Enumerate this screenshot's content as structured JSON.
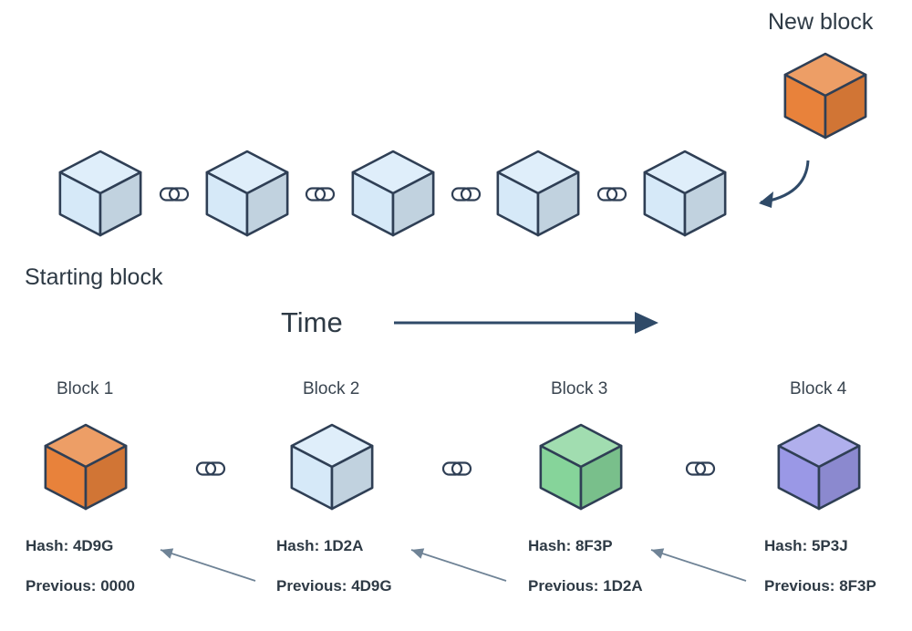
{
  "labels": {
    "new_block": "New block",
    "starting_block": "Starting block",
    "time": "Time"
  },
  "colors": {
    "chain_cube": "#d6e9f8",
    "new_block_cube": "#e8823b",
    "outline": "#2f3f55",
    "arrow": "#2f4a68",
    "back_arrow": "#6f8396"
  },
  "blocks": [
    {
      "title": "Block 1",
      "hash": "Hash: 4D9G",
      "previous": "Previous: 0000",
      "color": "#e8823b"
    },
    {
      "title": "Block 2",
      "hash": "Hash: 1D2A",
      "previous": "Previous: 4D9G",
      "color": "#d6e9f8"
    },
    {
      "title": "Block 3",
      "hash": "Hash: 8F3P",
      "previous": "Previous: 1D2A",
      "color": "#86d49a"
    },
    {
      "title": "Block 4",
      "hash": "Hash: 5P3J",
      "previous": "Previous: 8F3P",
      "color": "#9a98e6"
    }
  ]
}
